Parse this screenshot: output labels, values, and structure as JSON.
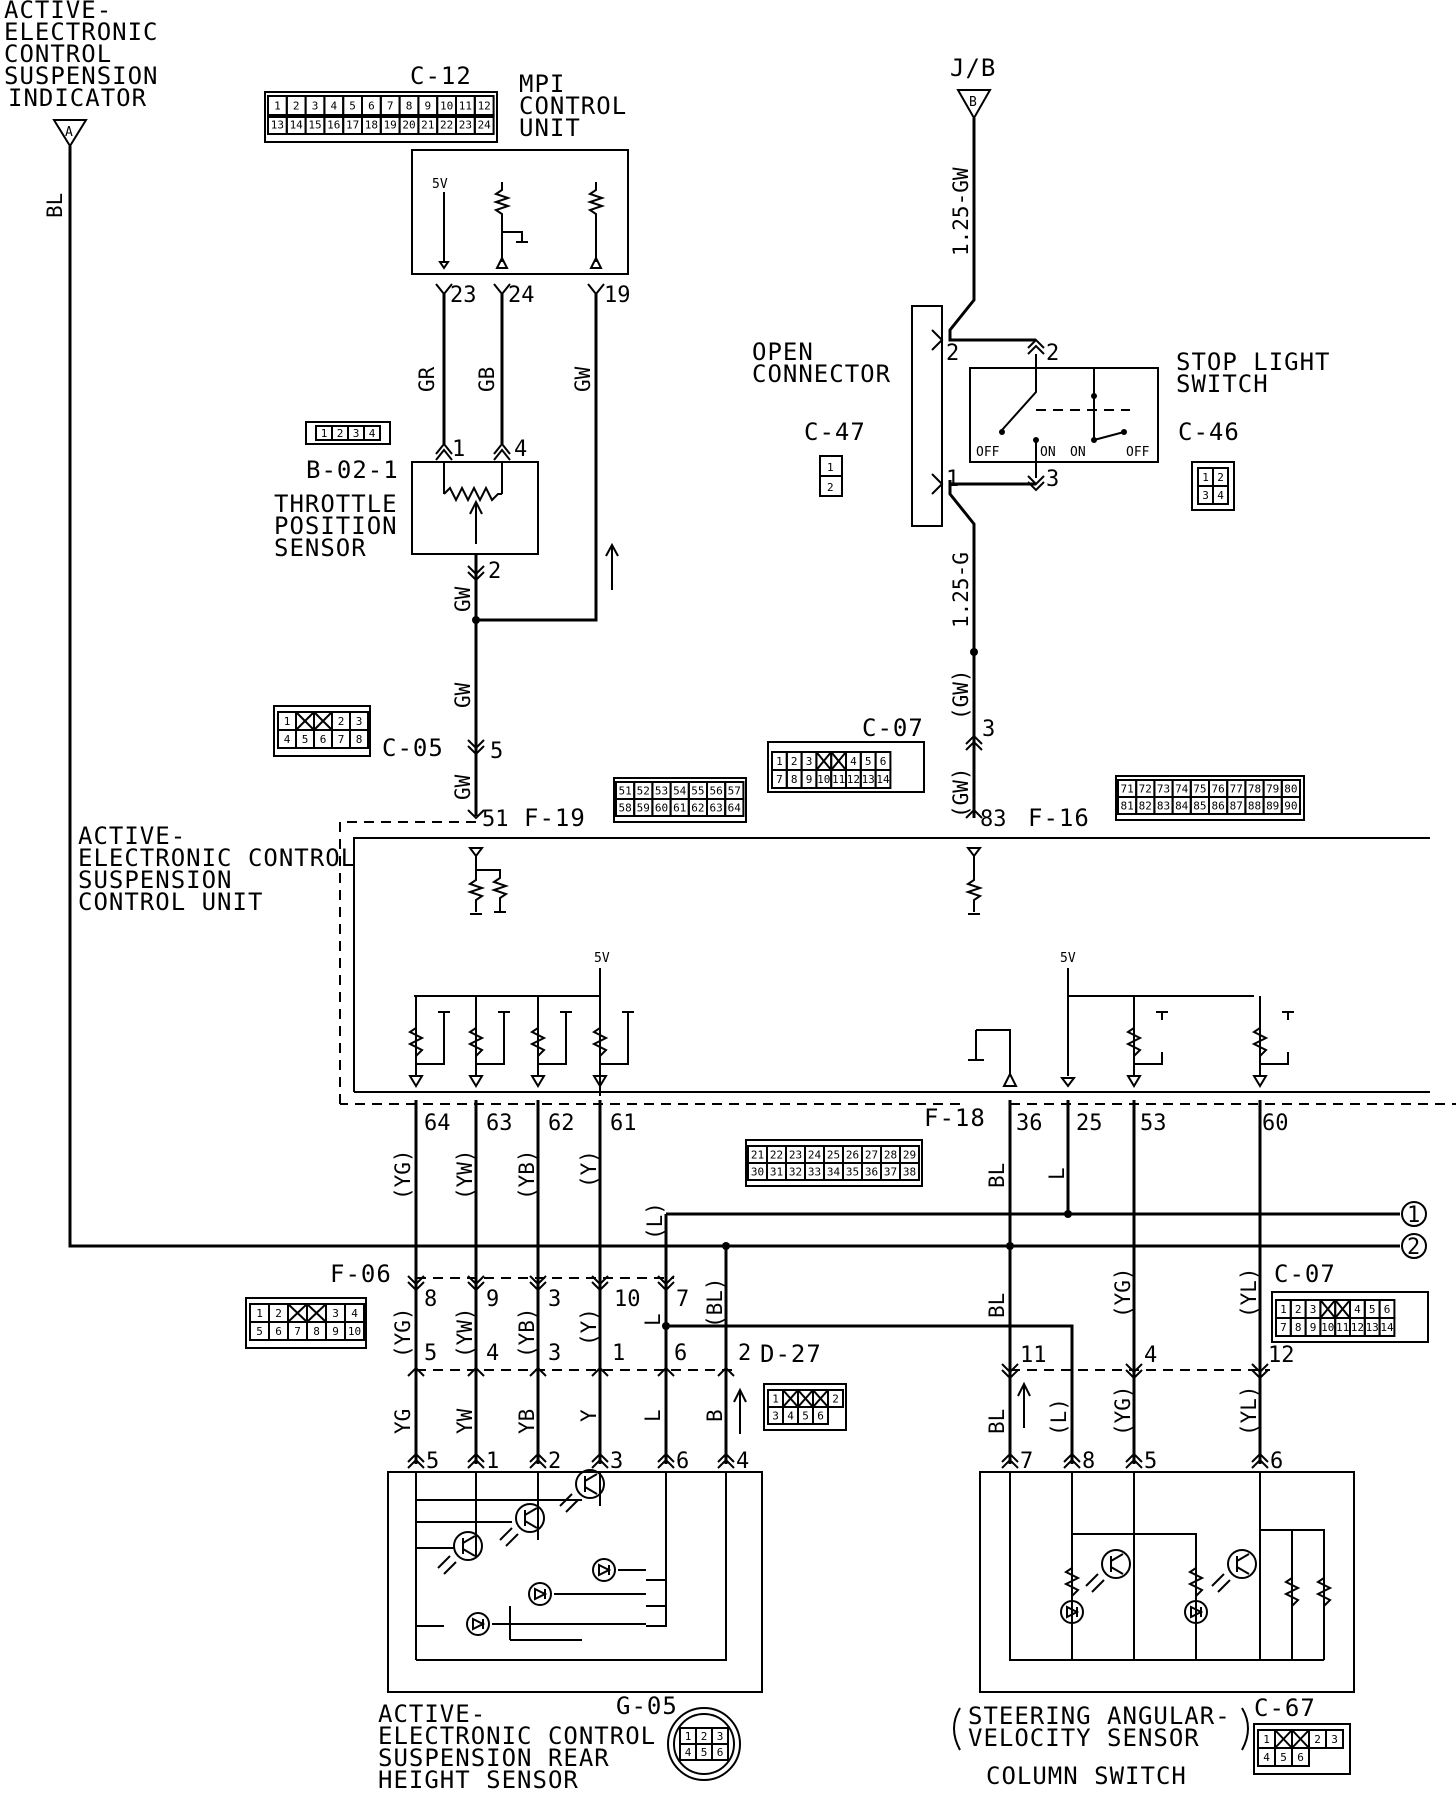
{
  "labels": {
    "indicator": [
      "ACTIVE-",
      "ELECTRONIC",
      "CONTROL",
      "SUSPENSION",
      "INDICATOR"
    ],
    "mpi": [
      "MPI",
      "CONTROL",
      "UNIT"
    ],
    "throttle": [
      "THROTTLE",
      "POSITION",
      "SENSOR"
    ],
    "open_connector": [
      "OPEN",
      "CONNECTOR"
    ],
    "stop_light": [
      "STOP LIGHT",
      "SWITCH"
    ],
    "ecu": [
      "ACTIVE-",
      "ELECTRONIC CONTROL",
      "SUSPENSION",
      "CONTROL UNIT"
    ],
    "rear_sensor": [
      "ACTIVE-",
      "ELECTRONIC CONTROL",
      "SUSPENSION REAR",
      "HEIGHT SENSOR"
    ],
    "steering": [
      "STEERING ANGULAR-",
      "VELOCITY SENSOR"
    ],
    "column_switch": "COLUMN SWITCH",
    "five_v": "5V",
    "off": "OFF",
    "on": "ON"
  },
  "terminals": {
    "A": "A",
    "B": "B",
    "JB": "J/B"
  },
  "connectors": {
    "c12": "C-12",
    "b021": "B-02-1",
    "c05": "C-05",
    "c07": "C-07",
    "c47": "C-47",
    "c46": "C-46",
    "f19": "F-19",
    "f16": "F-16",
    "f18": "F-18",
    "f06": "F-06",
    "d27": "D-27",
    "g05": "G-05",
    "c67": "C-67"
  },
  "connector_pins": {
    "c12": [
      "1",
      "2",
      "3",
      "4",
      "5",
      "6",
      "7",
      "8",
      "9",
      "10",
      "11",
      "12",
      "13",
      "14",
      "15",
      "16",
      "17",
      "18",
      "19",
      "20",
      "21",
      "22",
      "23",
      "24"
    ],
    "b021": [
      "1",
      "2",
      "3",
      "4"
    ],
    "c05": [
      "1",
      "2",
      "3",
      "4",
      "5",
      "6",
      "7",
      "8"
    ],
    "c07": [
      "1",
      "2",
      "3",
      "4",
      "5",
      "6",
      "7",
      "8",
      "9",
      "10",
      "11",
      "12",
      "13",
      "14"
    ],
    "c47": [
      "1",
      "2"
    ],
    "c46": [
      "1",
      "2",
      "3",
      "4"
    ],
    "f19": [
      "51",
      "52",
      "53",
      "54",
      "55",
      "56",
      "57",
      "58",
      "59",
      "60",
      "61",
      "62",
      "63",
      "64"
    ],
    "f16": [
      "71",
      "72",
      "73",
      "74",
      "75",
      "76",
      "77",
      "78",
      "79",
      "80",
      "81",
      "82",
      "83",
      "84",
      "85",
      "86",
      "87",
      "88",
      "89",
      "90"
    ],
    "f18": [
      "21",
      "22",
      "23",
      "24",
      "25",
      "26",
      "27",
      "28",
      "29",
      "30",
      "31",
      "32",
      "33",
      "34",
      "35",
      "36",
      "37",
      "38"
    ],
    "f06": [
      "1",
      "2",
      "3",
      "4",
      "5",
      "6",
      "7",
      "8",
      "9",
      "10"
    ],
    "d27": [
      "1",
      "2",
      "3",
      "4",
      "5",
      "6"
    ],
    "g05": [
      "1",
      "2",
      "3",
      "4",
      "5",
      "6"
    ],
    "c67": [
      "1",
      "2",
      "3",
      "4",
      "5",
      "6"
    ]
  },
  "wire_colors": {
    "bl": "BL",
    "gr": "GR",
    "gb": "GB",
    "gw": "GW",
    "gw_paren": "(GW)",
    "gw_125": "1.25-GW",
    "g_125": "1.25-G",
    "yg_paren": "(YG)",
    "yw_paren": "(YW)",
    "yb_paren": "(YB)",
    "y_paren": "(Y)",
    "l": "L",
    "l_paren": "(L)",
    "bl_paren": "(BL)",
    "yl_paren": "(YL)",
    "yg": "YG",
    "yw": "YW",
    "yb": "YB",
    "y": "Y",
    "b": "B"
  },
  "pins": {
    "mpi": [
      "23",
      "24",
      "19"
    ],
    "tps": [
      "1",
      "4",
      "2"
    ],
    "c05": "5",
    "f19": "51",
    "f16": "83",
    "c07_top": "3",
    "stop": [
      "2",
      "3"
    ],
    "open_conn": [
      "2",
      "1"
    ],
    "ecu_bottom": [
      "64",
      "63",
      "62",
      "61",
      "36",
      "25",
      "53",
      "60"
    ],
    "f06": [
      "8",
      "9",
      "3",
      "10",
      "7"
    ],
    "d27": [
      "5",
      "4",
      "3",
      "1",
      "6",
      "2"
    ],
    "rear_sensor": [
      "5",
      "1",
      "2",
      "3",
      "6",
      "4"
    ],
    "c07_bottom": [
      "11",
      "4",
      "12"
    ],
    "steering": [
      "7",
      "8",
      "5",
      "6"
    ],
    "refs": [
      "1",
      "2"
    ]
  }
}
